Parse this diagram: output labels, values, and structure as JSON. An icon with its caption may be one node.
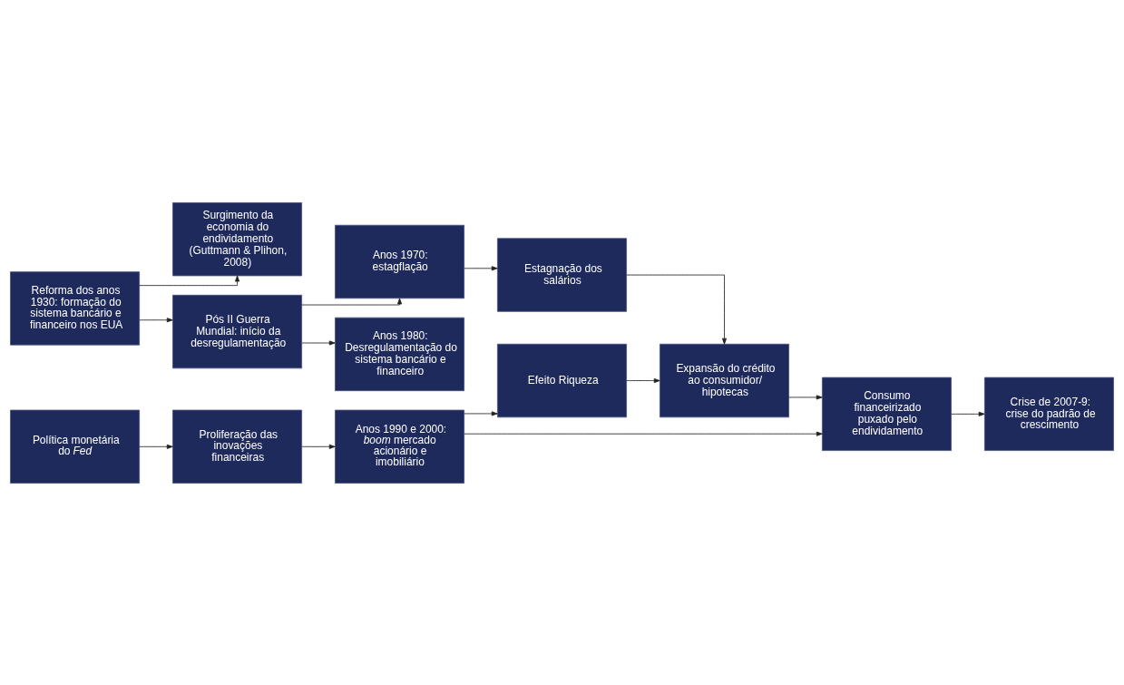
{
  "diagram": {
    "nodes": [
      {
        "text": [
          "Reforma dos anos 1930: formação do sistema bancário e financeiro nos EUA"
        ]
      },
      {
        "text": [
          "Surgimento da economia do endividamento (Guttmann & Plihon, 2008)"
        ]
      },
      {
        "text": [
          "Estagnação dos salários"
        ]
      },
      {
        "text": [
          "Expansão do crédito ao consumidor/ hipotecas"
        ]
      },
      {
        "text": [
          "Pós II Guerra Mundial: início da desregulamentação"
        ]
      },
      {
        "text": [
          "Anos 1970: estagflação"
        ]
      },
      {
        "text": [
          "Consumo financeirizado puxado pelo endividamento"
        ]
      },
      {
        "text": [
          "Anos 1980: Desregulamentação do sistema bancário e financeiro"
        ]
      },
      {
        "text": [
          "Proliferação das inovações financeiras"
        ]
      },
      {
        "text": [
          "Efeito Riqueza"
        ]
      },
      {
        "text": [
          "Crise de 2007-9: crise do padrão de crescimento"
        ]
      },
      {
        "text": [
          "Política monetária do *Fed*"
        ]
      },
      {
        "text": [
          "Anos 1990 e 2000: *boom* mercado acionário e imobiliário"
        ]
      }
    ],
    "edges": [
      {
        "from": 0,
        "to": 1,
        "arrow": "to"
      },
      {
        "from": 0,
        "to": 4,
        "arrow": "to"
      },
      {
        "from": 4,
        "to": 5,
        "arrow": "to"
      },
      {
        "from": 4,
        "to": 7,
        "arrow": "to"
      },
      {
        "from": 5,
        "to": 2,
        "arrow": "to"
      },
      {
        "from": 2,
        "to": 3,
        "arrow": "to"
      },
      {
        "from": 9,
        "to": 3,
        "arrow": "to"
      },
      {
        "from": 3,
        "to": 6,
        "arrow": "to"
      },
      {
        "from": 6,
        "to": 10,
        "arrow": "to"
      },
      {
        "from": 11,
        "to": 8,
        "arrow": "to"
      },
      {
        "from": 8,
        "to": 12,
        "arrow": "to"
      },
      {
        "from": 12,
        "to": 6,
        "arrow": "to"
      },
      {
        "from": 12,
        "to": 9,
        "arrow": "to"
      }
    ]
  }
}
